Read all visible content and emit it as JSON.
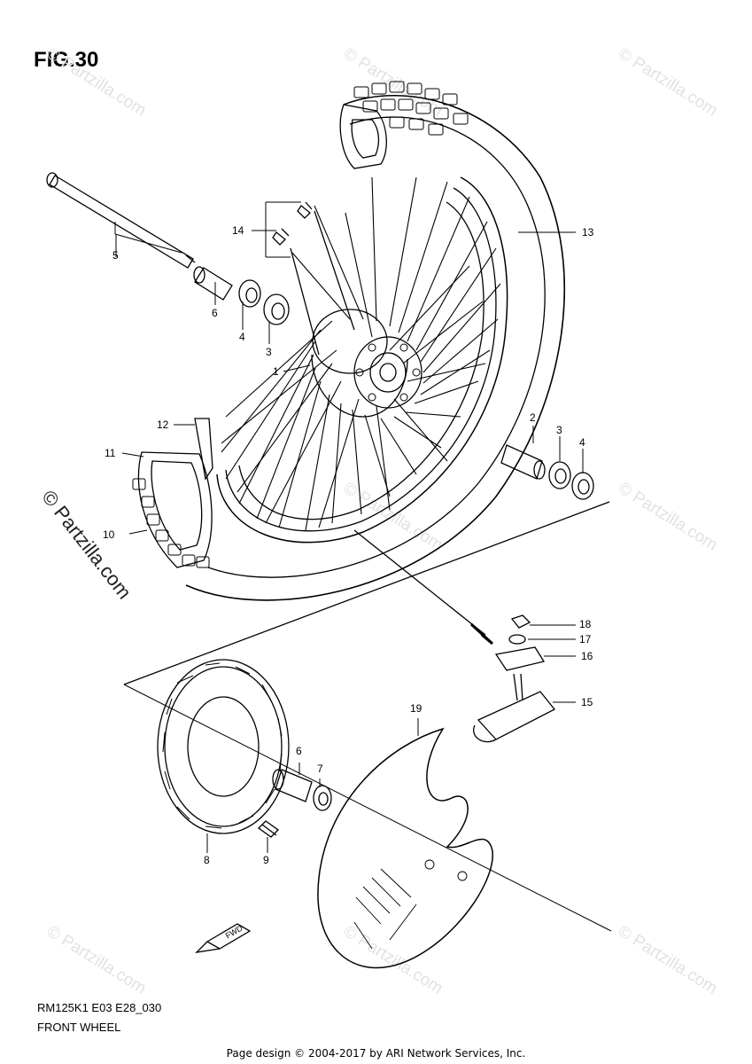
{
  "figure_title": "FIG.30",
  "watermark": "© Partzilla.com",
  "model_code": "RM125K1 E03 E28_030",
  "caption": "FRONT WHEEL",
  "footer": "Page design © 2004-2017 by ARI Network Services, Inc.",
  "fwd_label": "FWD",
  "callouts": {
    "c1": "1",
    "c2": "2",
    "c3a": "3",
    "c3b": "3",
    "c4a": "4",
    "c4b": "4",
    "c5": "5",
    "c6a": "6",
    "c6b": "6",
    "c7": "7",
    "c8": "8",
    "c9": "9",
    "c10": "10",
    "c11": "11",
    "c12": "12",
    "c13": "13",
    "c14": "14",
    "c15": "15",
    "c16": "16",
    "c17": "17",
    "c18": "18",
    "c19": "19"
  }
}
